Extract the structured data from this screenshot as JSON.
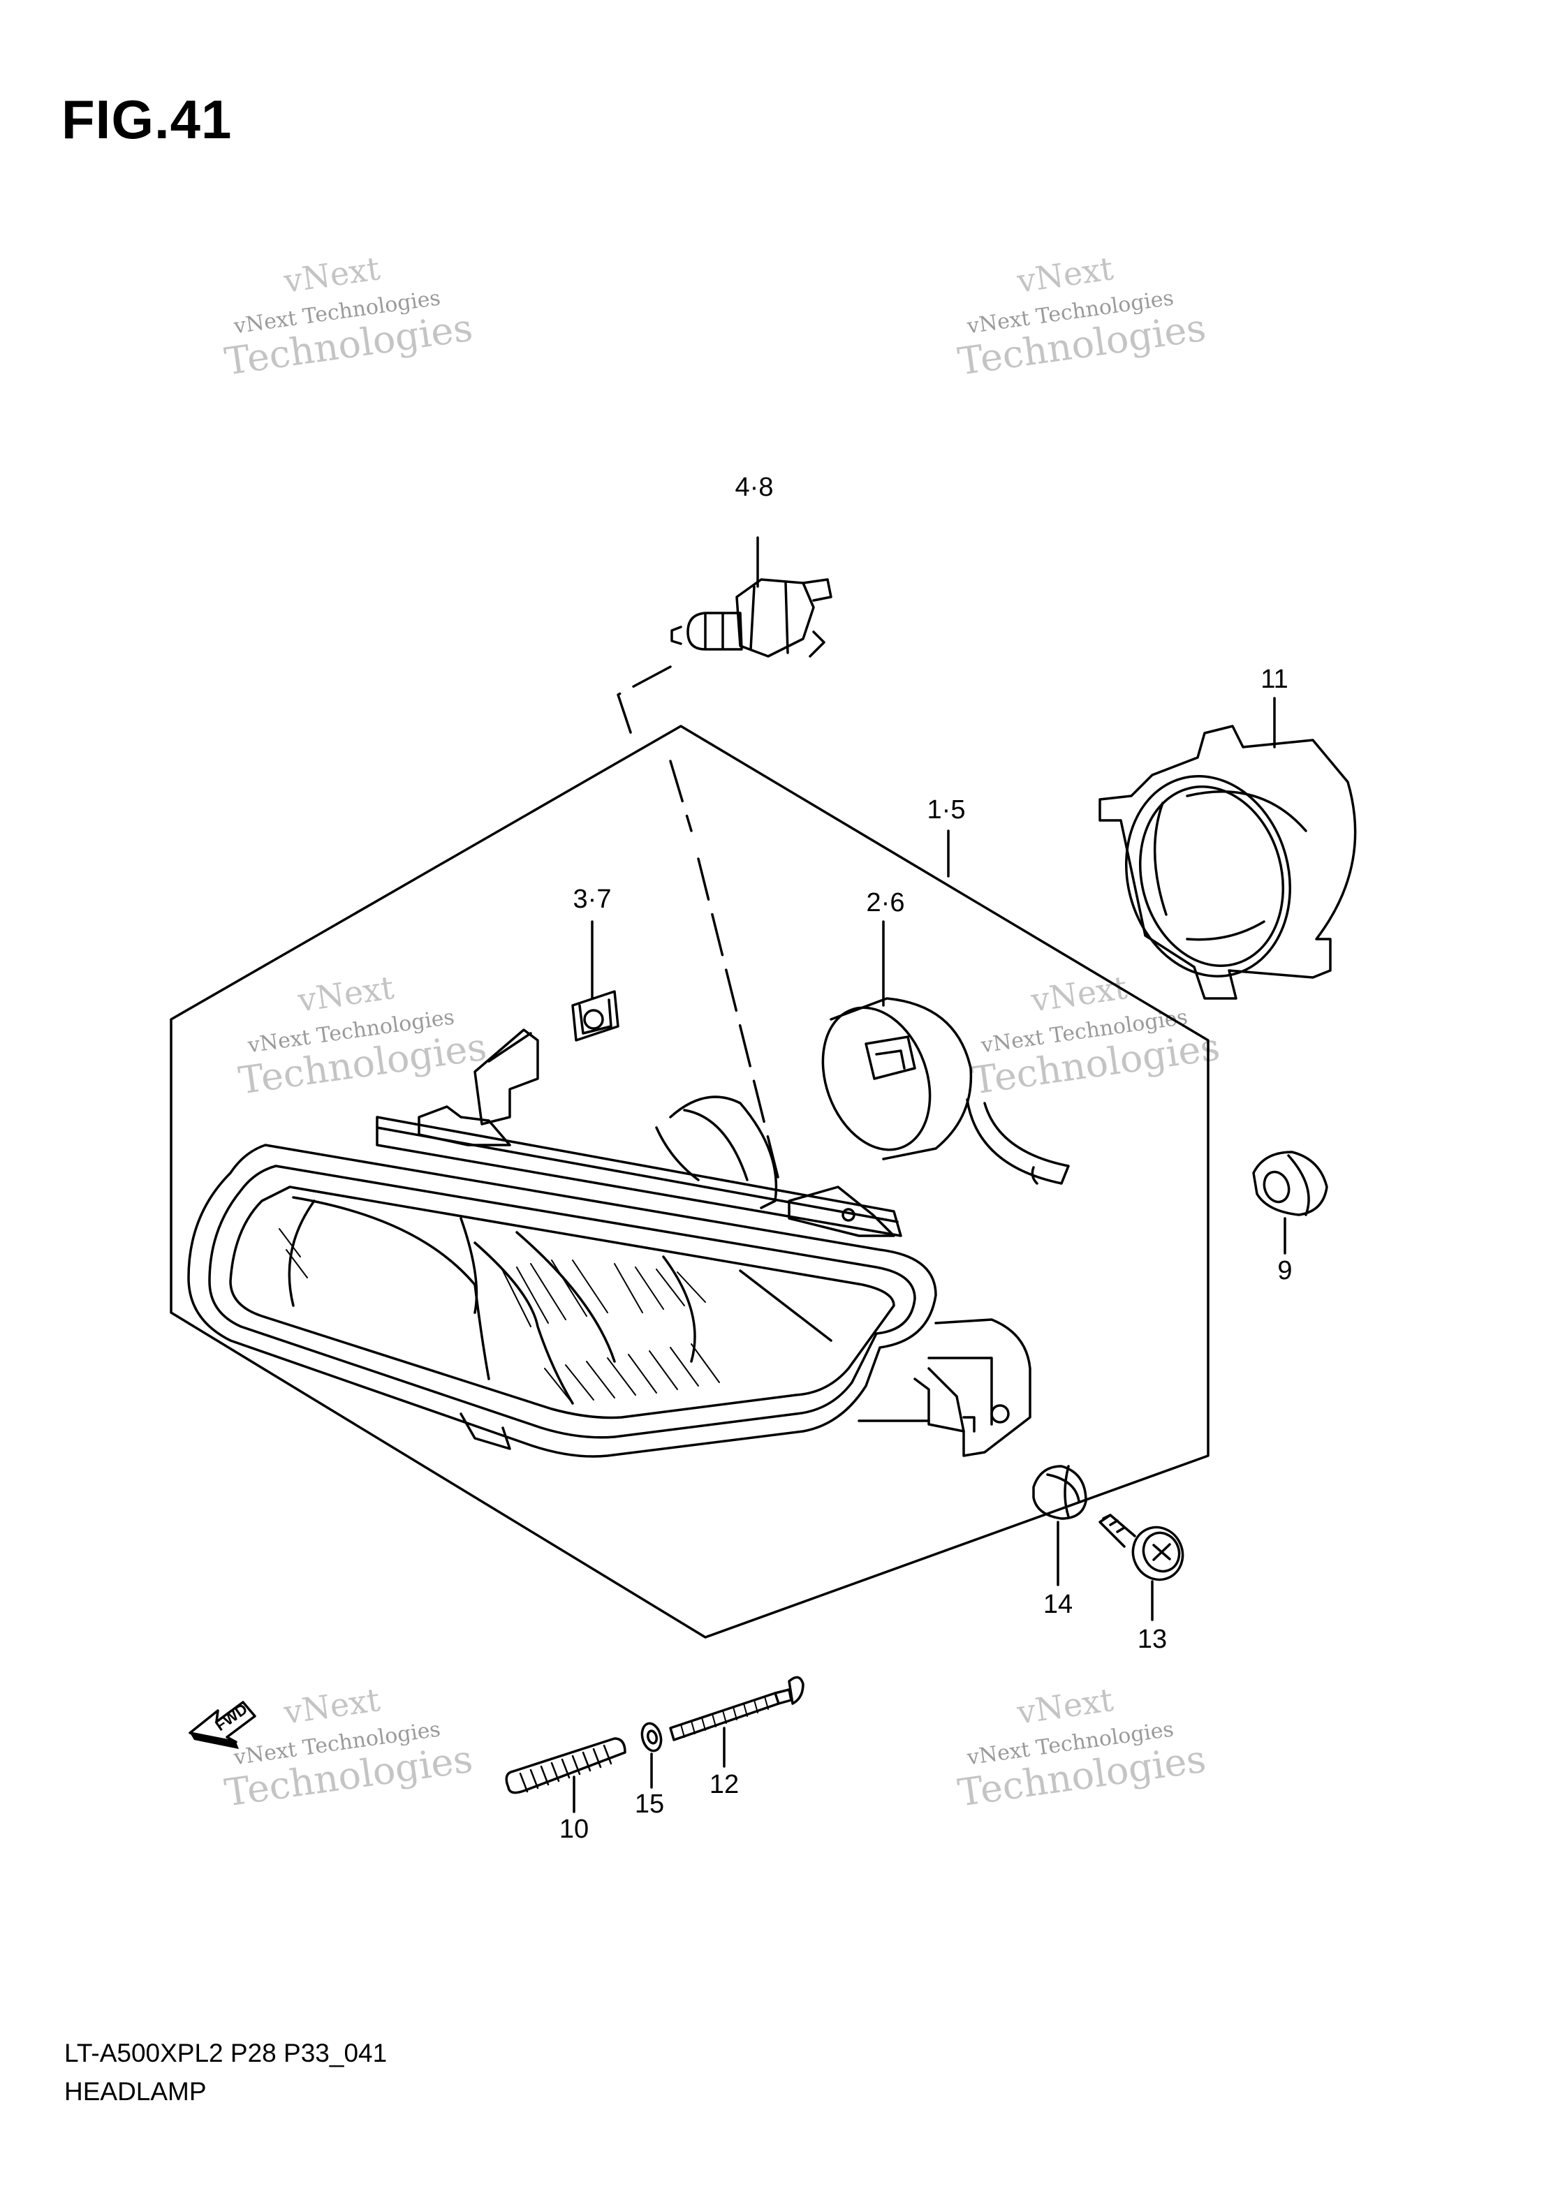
{
  "figure": {
    "title": "FIG.41",
    "model_code": "LT-A500XPL2 P28 P33_041",
    "section_name": "HEADLAMP"
  },
  "part_callouts": [
    {
      "id": "callout-4-8",
      "label": "4·8"
    },
    {
      "id": "callout-11",
      "label": "11"
    },
    {
      "id": "callout-1-5",
      "label": "1·5"
    },
    {
      "id": "callout-3-7",
      "label": "3·7"
    },
    {
      "id": "callout-2-6",
      "label": "2·6"
    },
    {
      "id": "callout-9",
      "label": "9"
    },
    {
      "id": "callout-14",
      "label": "14"
    },
    {
      "id": "callout-13",
      "label": "13"
    },
    {
      "id": "callout-12",
      "label": "12"
    },
    {
      "id": "callout-15",
      "label": "15"
    },
    {
      "id": "callout-10",
      "label": "10"
    }
  ],
  "direction_marker": {
    "label": "FWD"
  },
  "watermark": {
    "line1": "vNext",
    "line2": "vNext Technologies",
    "line3": "Technologies"
  },
  "colors": {
    "ink": "#000000",
    "watermark": "#bfbfbf",
    "background": "#ffffff"
  }
}
